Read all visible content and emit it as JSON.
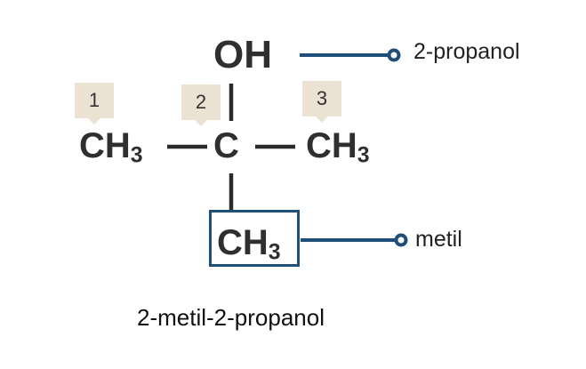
{
  "molecule": {
    "top_group": "OH",
    "center_atom": "C",
    "left_group": {
      "main": "CH",
      "sub": "3"
    },
    "right_group": {
      "main": "CH",
      "sub": "3"
    },
    "bottom_group": {
      "main": "CH",
      "sub": "3"
    }
  },
  "badges": [
    "1",
    "2",
    "3"
  ],
  "annotations": {
    "top_label": "2-propanol",
    "bottom_label": "metil"
  },
  "caption": "2-metil-2-propanol",
  "colors": {
    "atom_text": "#2f2f2f",
    "bond": "#2b2b2b",
    "leader": "#1f4e79",
    "badge_bg": "#ebe2d4"
  }
}
